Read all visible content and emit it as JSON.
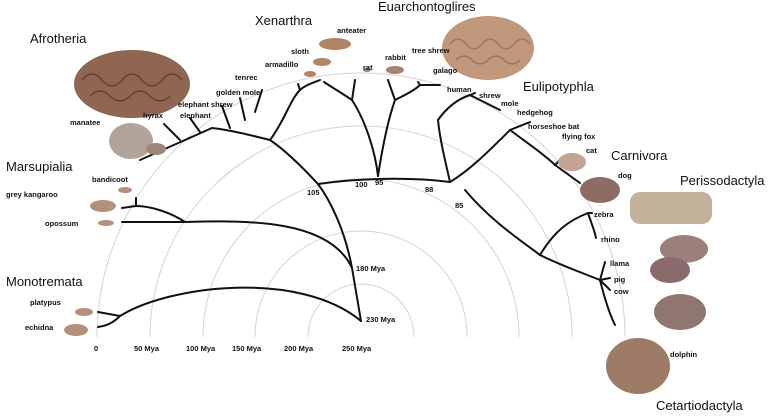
{
  "groups": {
    "afrotheria": "Afrotheria",
    "xenarthra": "Xenarthra",
    "euarchontoglires": "Euarchontoglires",
    "eulipotyphla": "Eulipotyphla",
    "marsupialia": "Marsupialia",
    "carnivora": "Carnivora",
    "perissodactyla": "Perissodactyla",
    "monotremata": "Monotremata",
    "cetartiodactyla": "Cetartiodactyla"
  },
  "species": {
    "manatee": "manatee",
    "hyrax": "hyrax",
    "elephant": "elephant",
    "elephant_shrew": "elephant shrew",
    "golden_mole": "golden mole",
    "tenrec": "tenrec",
    "armadillo": "armadillo",
    "sloth": "sloth",
    "anteater": "anteater",
    "rat": "rat",
    "rabbit": "rabbit",
    "tree_shrew": "tree shrew",
    "galago": "galago",
    "human": "human",
    "shrew": "shrew",
    "mole": "mole",
    "hedgehog": "hedgehog",
    "horseshoe_bat": "horseshoe bat",
    "flying_fox": "flying fox",
    "cat": "cat",
    "dog": "dog",
    "zebra": "zebra",
    "rhino": "rhino",
    "llama": "llama",
    "pig": "pig",
    "cow": "cow",
    "dolphin": "dolphin",
    "bandicoot": "bandicoot",
    "grey_kangaroo": "grey kangaroo",
    "opossum": "opossum",
    "platypus": "platypus",
    "echidna": "echidna"
  },
  "axis_ticks": [
    "0",
    "50 Mya",
    "100 Mya",
    "150 Mya",
    "200 Mya",
    "250 Mya"
  ],
  "node_labels": {
    "n180": "180 Mya",
    "n230": "230 Mya",
    "n105": "105",
    "n100": "100",
    "n95": "95",
    "n88": "88",
    "n85": "85"
  }
}
